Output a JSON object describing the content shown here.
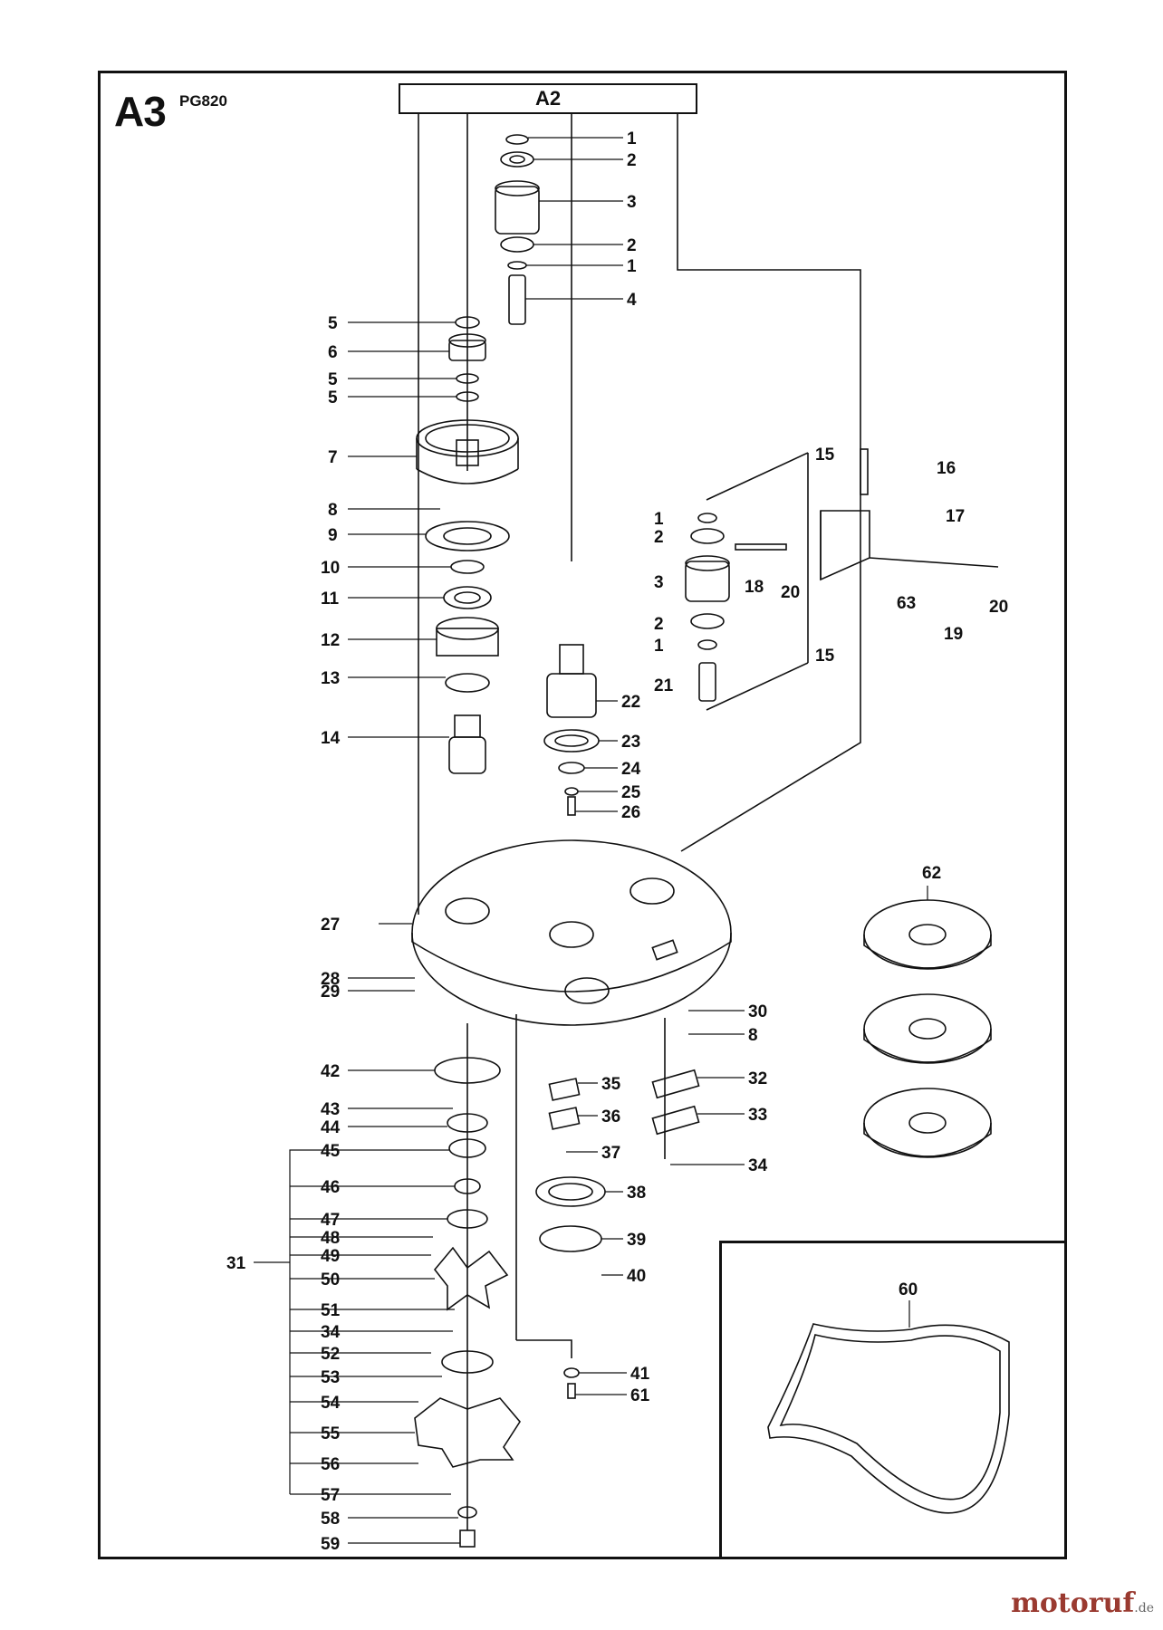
{
  "header": {
    "page_id": "A3",
    "model": "PG820",
    "reference": "A2"
  },
  "watermark": {
    "brand": "motoruf",
    "suffix": ".de"
  },
  "colors": {
    "line": "#111111",
    "watermark": "#9a3a30"
  },
  "callouts": [
    "1",
    "2",
    "3",
    "2",
    "1",
    "4",
    "5",
    "6",
    "5",
    "5",
    "7",
    "8",
    "9",
    "10",
    "11",
    "12",
    "13",
    "14",
    "22",
    "23",
    "24",
    "25",
    "26",
    "15",
    "16",
    "1",
    "17",
    "2",
    "18",
    "20",
    "3",
    "63",
    "20",
    "19",
    "2",
    "1",
    "15",
    "21",
    "62",
    "27",
    "28",
    "29",
    "30",
    "8",
    "32",
    "33",
    "34",
    "35",
    "36",
    "37",
    "38",
    "39",
    "40",
    "42",
    "43",
    "44",
    "45",
    "46",
    "47",
    "48",
    "49",
    "31",
    "50",
    "51",
    "34",
    "52",
    "53",
    "54",
    "55",
    "56",
    "57",
    "58",
    "59",
    "41",
    "61",
    "60"
  ]
}
